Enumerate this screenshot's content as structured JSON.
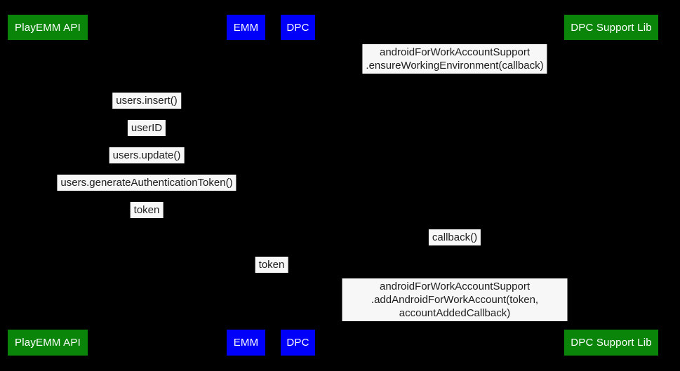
{
  "colors": {
    "background": "#000000",
    "actor_green": "#0a850a",
    "actor_blue": "#0000fa",
    "actor_text": "#ffffff",
    "message_bg": "#f7f7f7",
    "message_text": "#1e1e1e"
  },
  "actors": {
    "playemm_api": "PlayEMM API",
    "emm": "EMM",
    "dpc": "DPC",
    "dpc_support_lib": "DPC Support Lib"
  },
  "messages": {
    "ensure_working_environment": "androidForWorkAccountSupport\n.ensureWorkingEnvironment(callback)",
    "users_insert": "users.insert()",
    "user_id": "userID",
    "users_update": "users.update()",
    "users_generate_authentication_token": "users.generateAuthenticationToken()",
    "token_return": "token",
    "callback": "callback()",
    "token_forward": "token",
    "add_android_for_work_account": "androidForWorkAccountSupport\n.addAndroidForWorkAccount(token, accountAddedCallback)"
  }
}
